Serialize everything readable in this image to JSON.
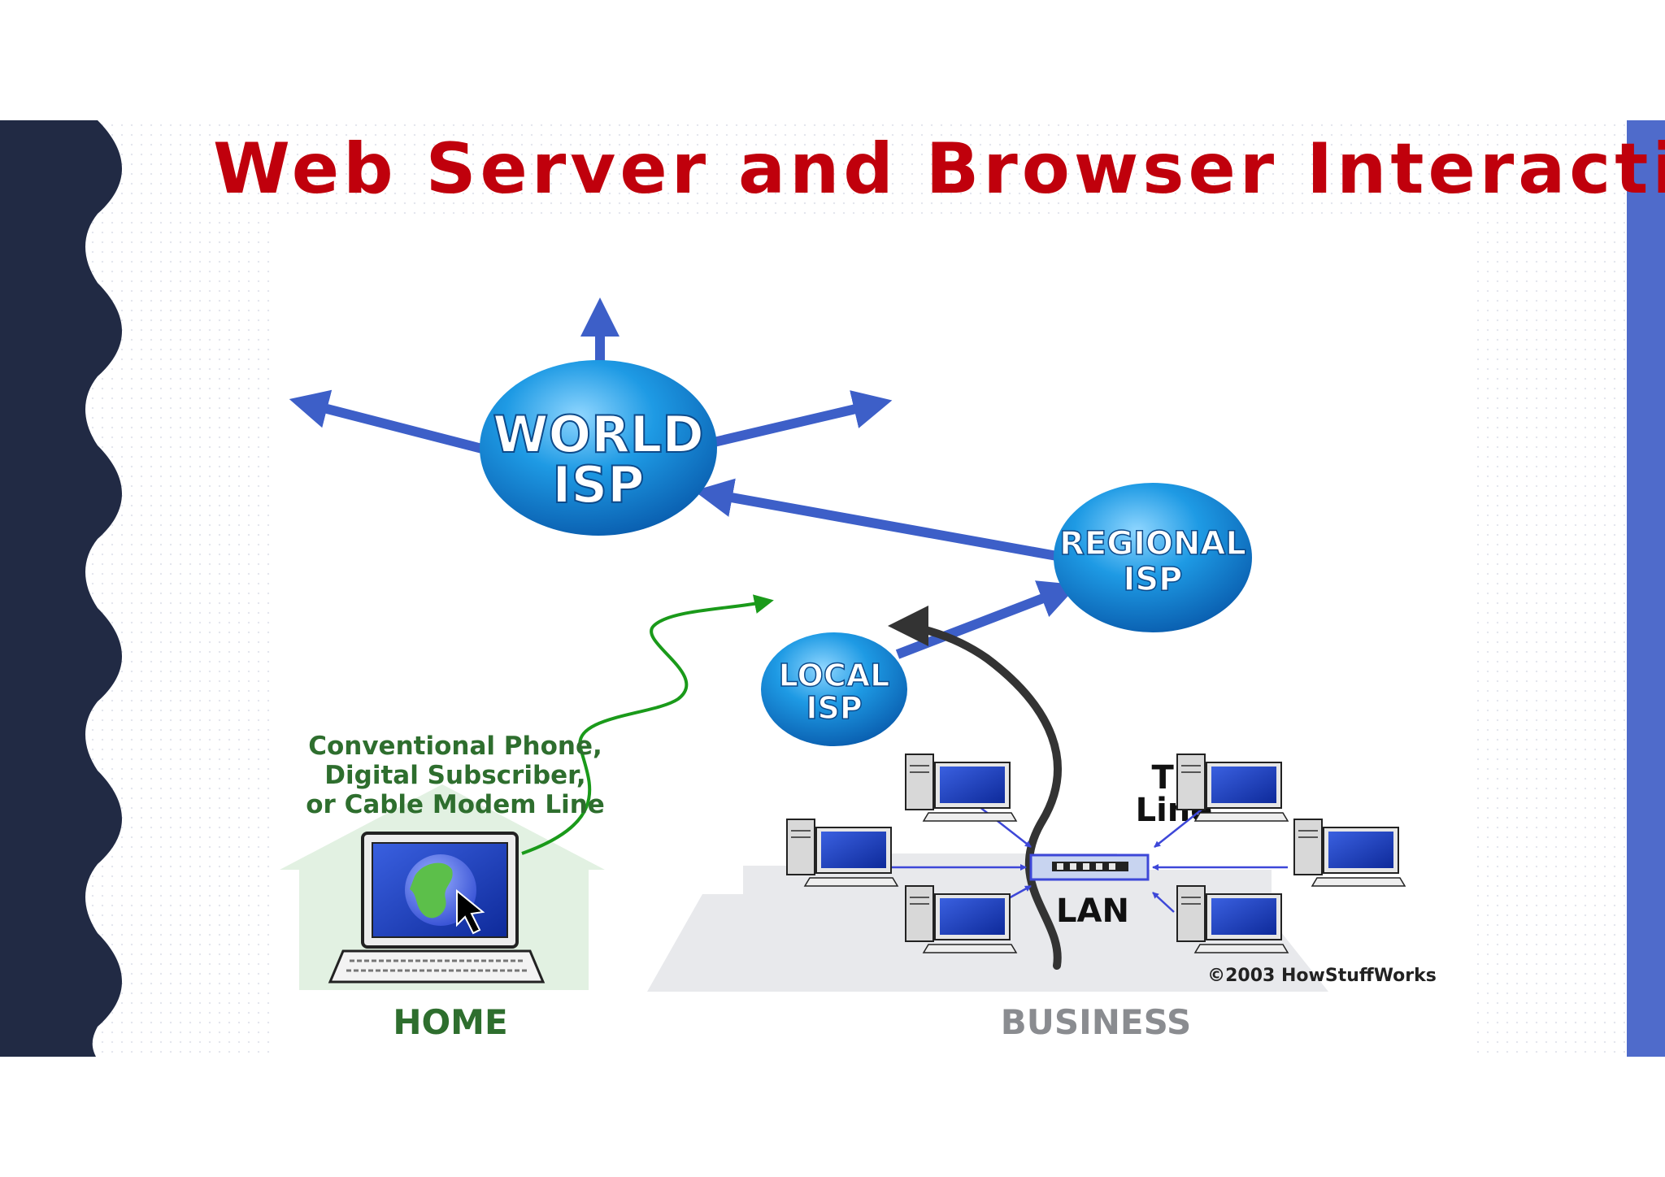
{
  "slide": {
    "title": "Web Server and Browser Interaction"
  },
  "diagram": {
    "nodes": {
      "world_isp": {
        "line1": "WORLD",
        "line2": "ISP"
      },
      "regional_isp": {
        "line1": "REGIONAL",
        "line2": "ISP"
      },
      "local_isp": {
        "line1": "LOCAL",
        "line2": "ISP"
      }
    },
    "connection_label": {
      "line1": "Conventional Phone,",
      "line2": "Digital Subscriber,",
      "line3": "or Cable Modem Line"
    },
    "t1_label": {
      "line1": "T1",
      "line2": "Line"
    },
    "lan_label": "LAN",
    "home_label": "HOME",
    "business_label": "BUSINESS",
    "copyright": "©2003 HowStuffWorks"
  },
  "colors": {
    "title": "#c0000c",
    "left_band": "#212a44",
    "right_band": "#4f6bcb",
    "arrow_blue": "#3d5fc8",
    "sphere_blue": "#1a8fd8",
    "green_line": "#1a9a1a",
    "green_text": "#2e6e2e",
    "t1_line": "#333333"
  }
}
